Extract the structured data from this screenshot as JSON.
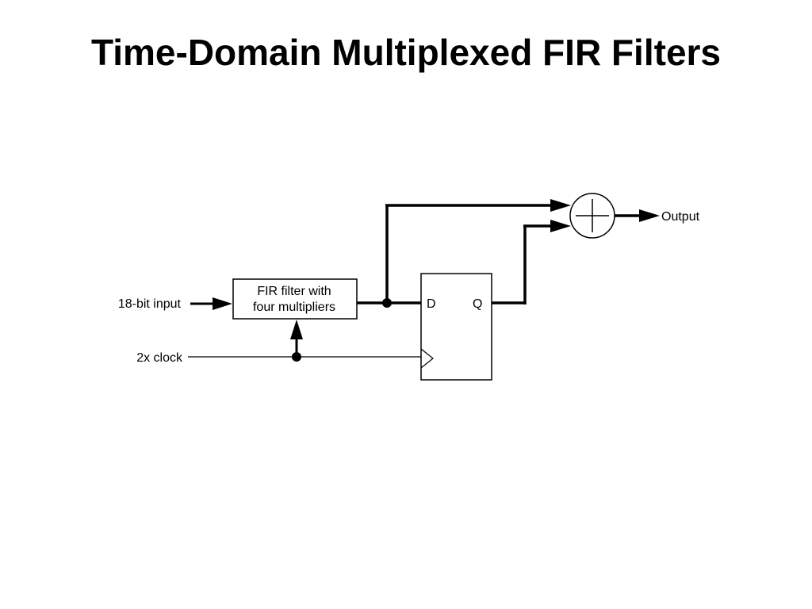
{
  "slide": {
    "title": "Time-Domain Multiplexed FIR Filters"
  },
  "diagram": {
    "input_label": "18-bit input",
    "clock_label": "2x clock",
    "fir_block": {
      "line1": "FIR filter with",
      "line2": "four multipliers"
    },
    "flipflop": {
      "d_label": "D",
      "q_label": "Q"
    },
    "output_label": "Output",
    "adder_icon": "circle-plus-icon"
  }
}
